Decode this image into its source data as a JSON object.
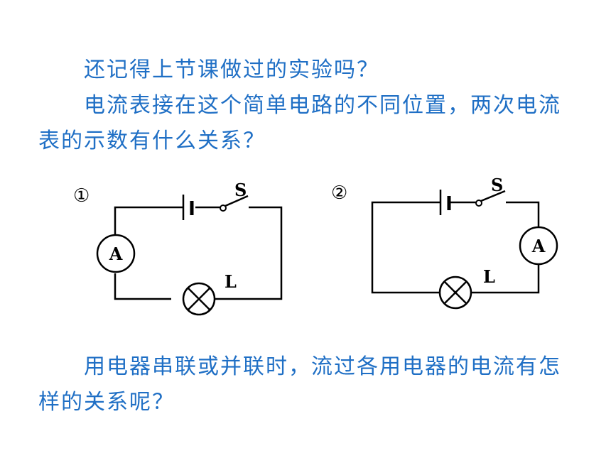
{
  "paragraphs": {
    "q1": "还记得上节课做过的实验吗？",
    "q2": "电流表接在这个简单电路的不同位置，两次电流表的示数有什么关系？",
    "q3": "用电器串联或并联时，流过各用电器的电流有怎样的关系呢？"
  },
  "circuit1": {
    "number": "①",
    "switch_label": "S",
    "ammeter_label": "A",
    "lamp_label": "L"
  },
  "circuit2": {
    "number": "②",
    "switch_label": "S",
    "ammeter_label": "A",
    "lamp_label": "L"
  },
  "colors": {
    "text": "#1f6fc5",
    "diagram": "#000000"
  }
}
